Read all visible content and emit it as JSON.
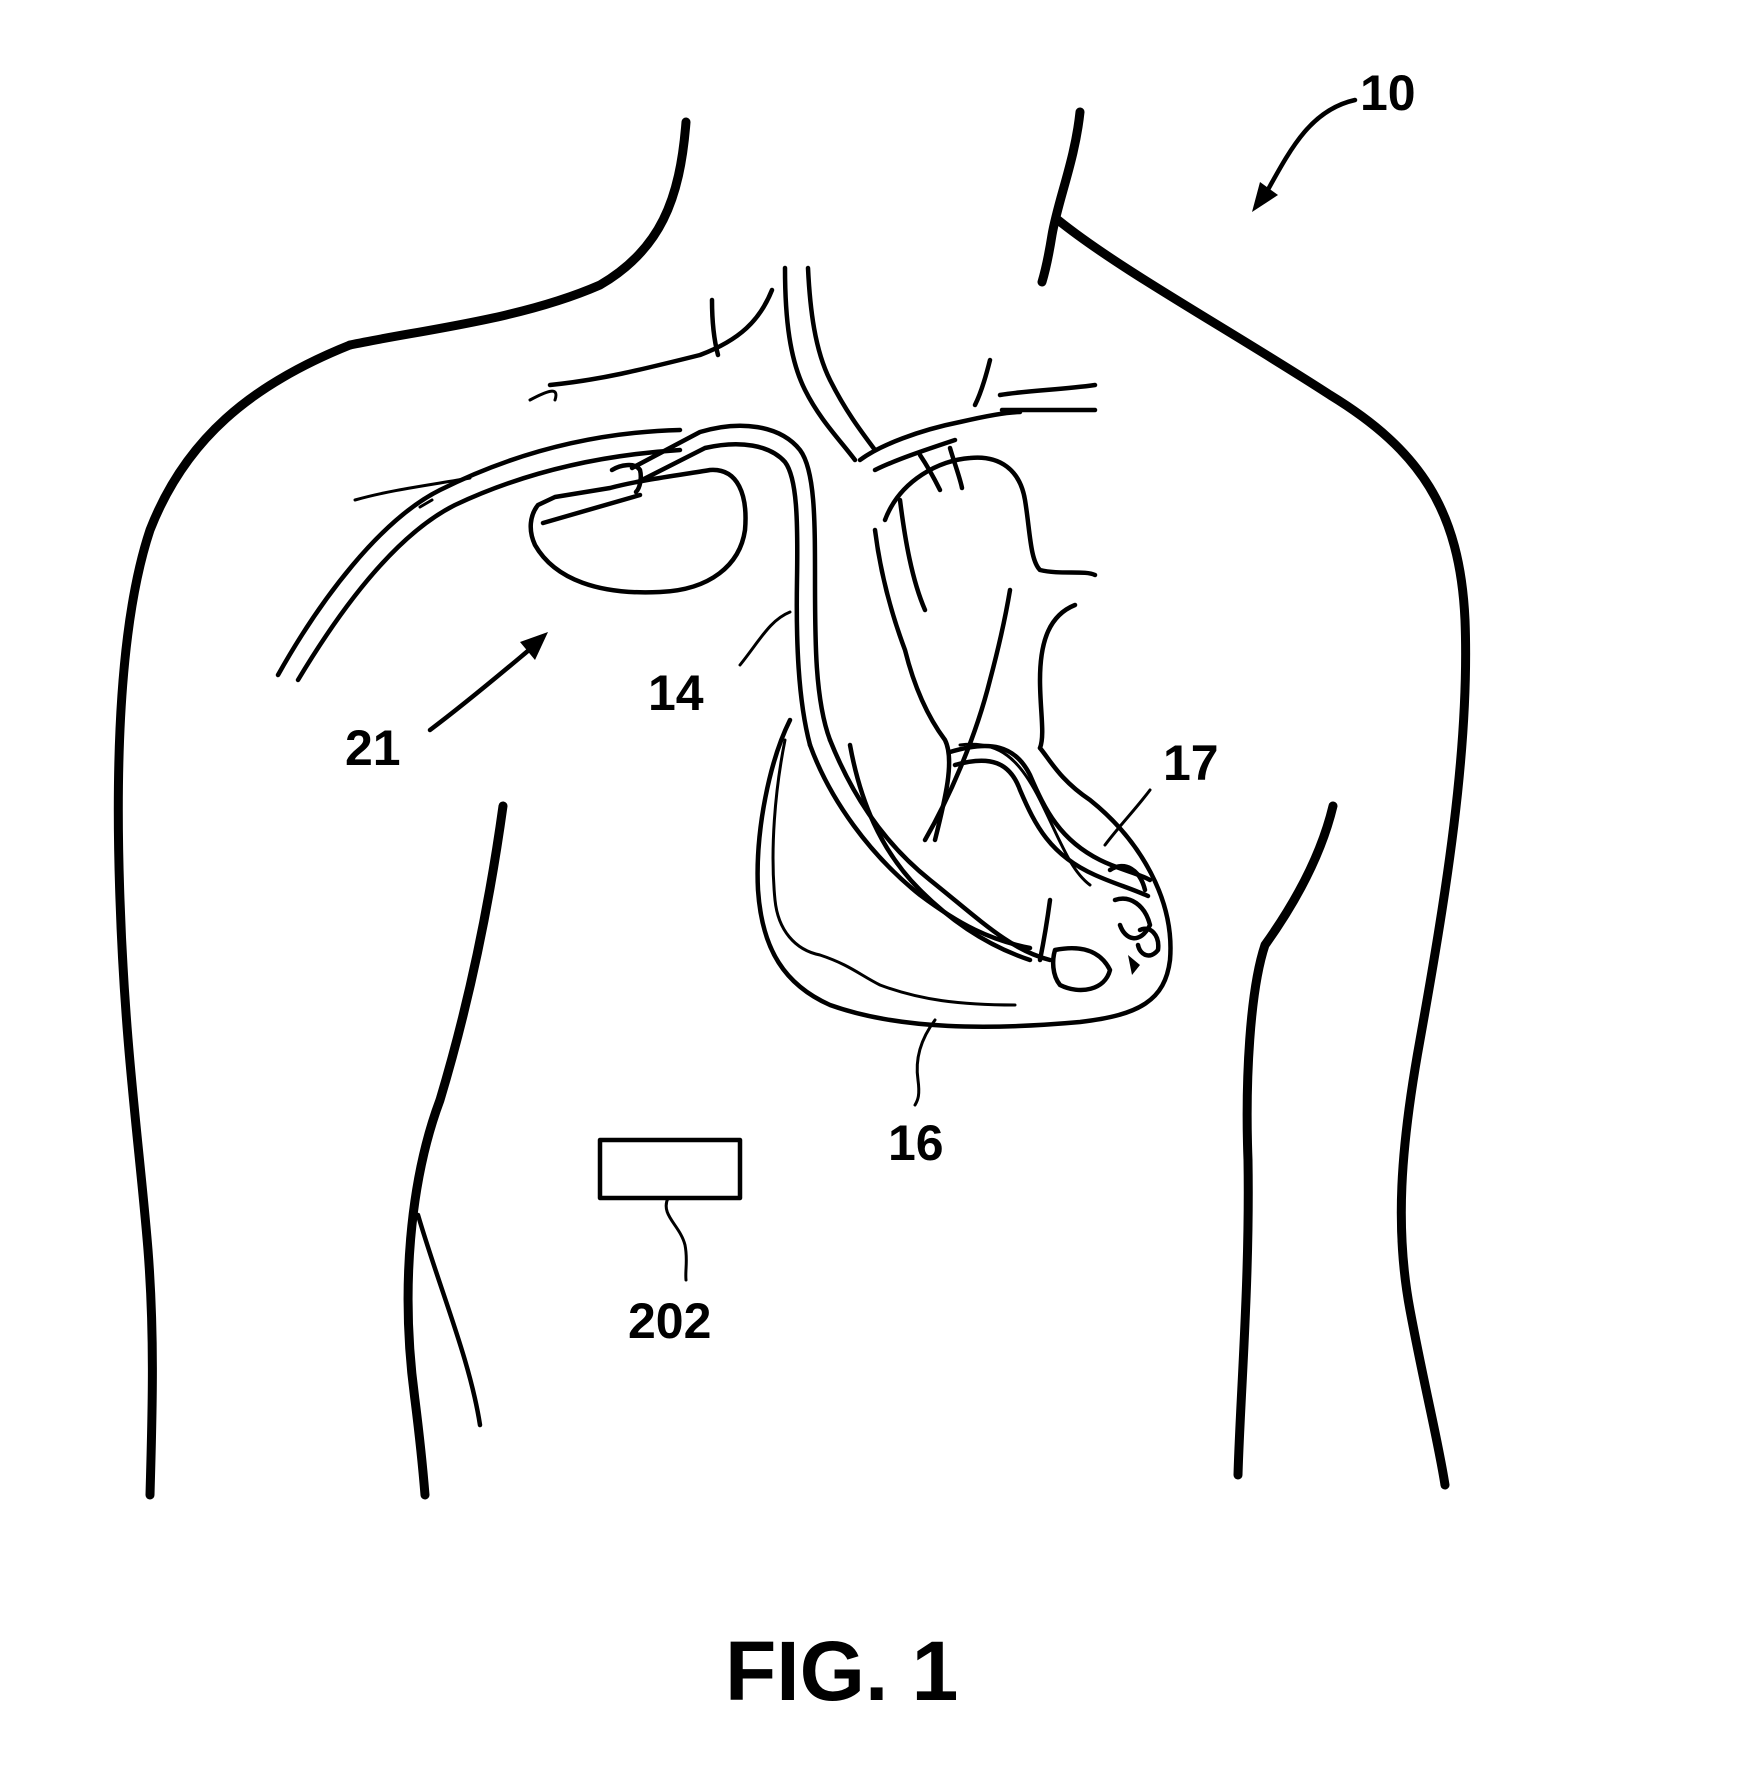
{
  "figure": {
    "caption": "FIG. 1",
    "labels": {
      "patient": "10",
      "lead_14": "14",
      "lead_16": "16",
      "electrode_17": "17",
      "device_21": "21",
      "sensor_202": "202"
    }
  }
}
